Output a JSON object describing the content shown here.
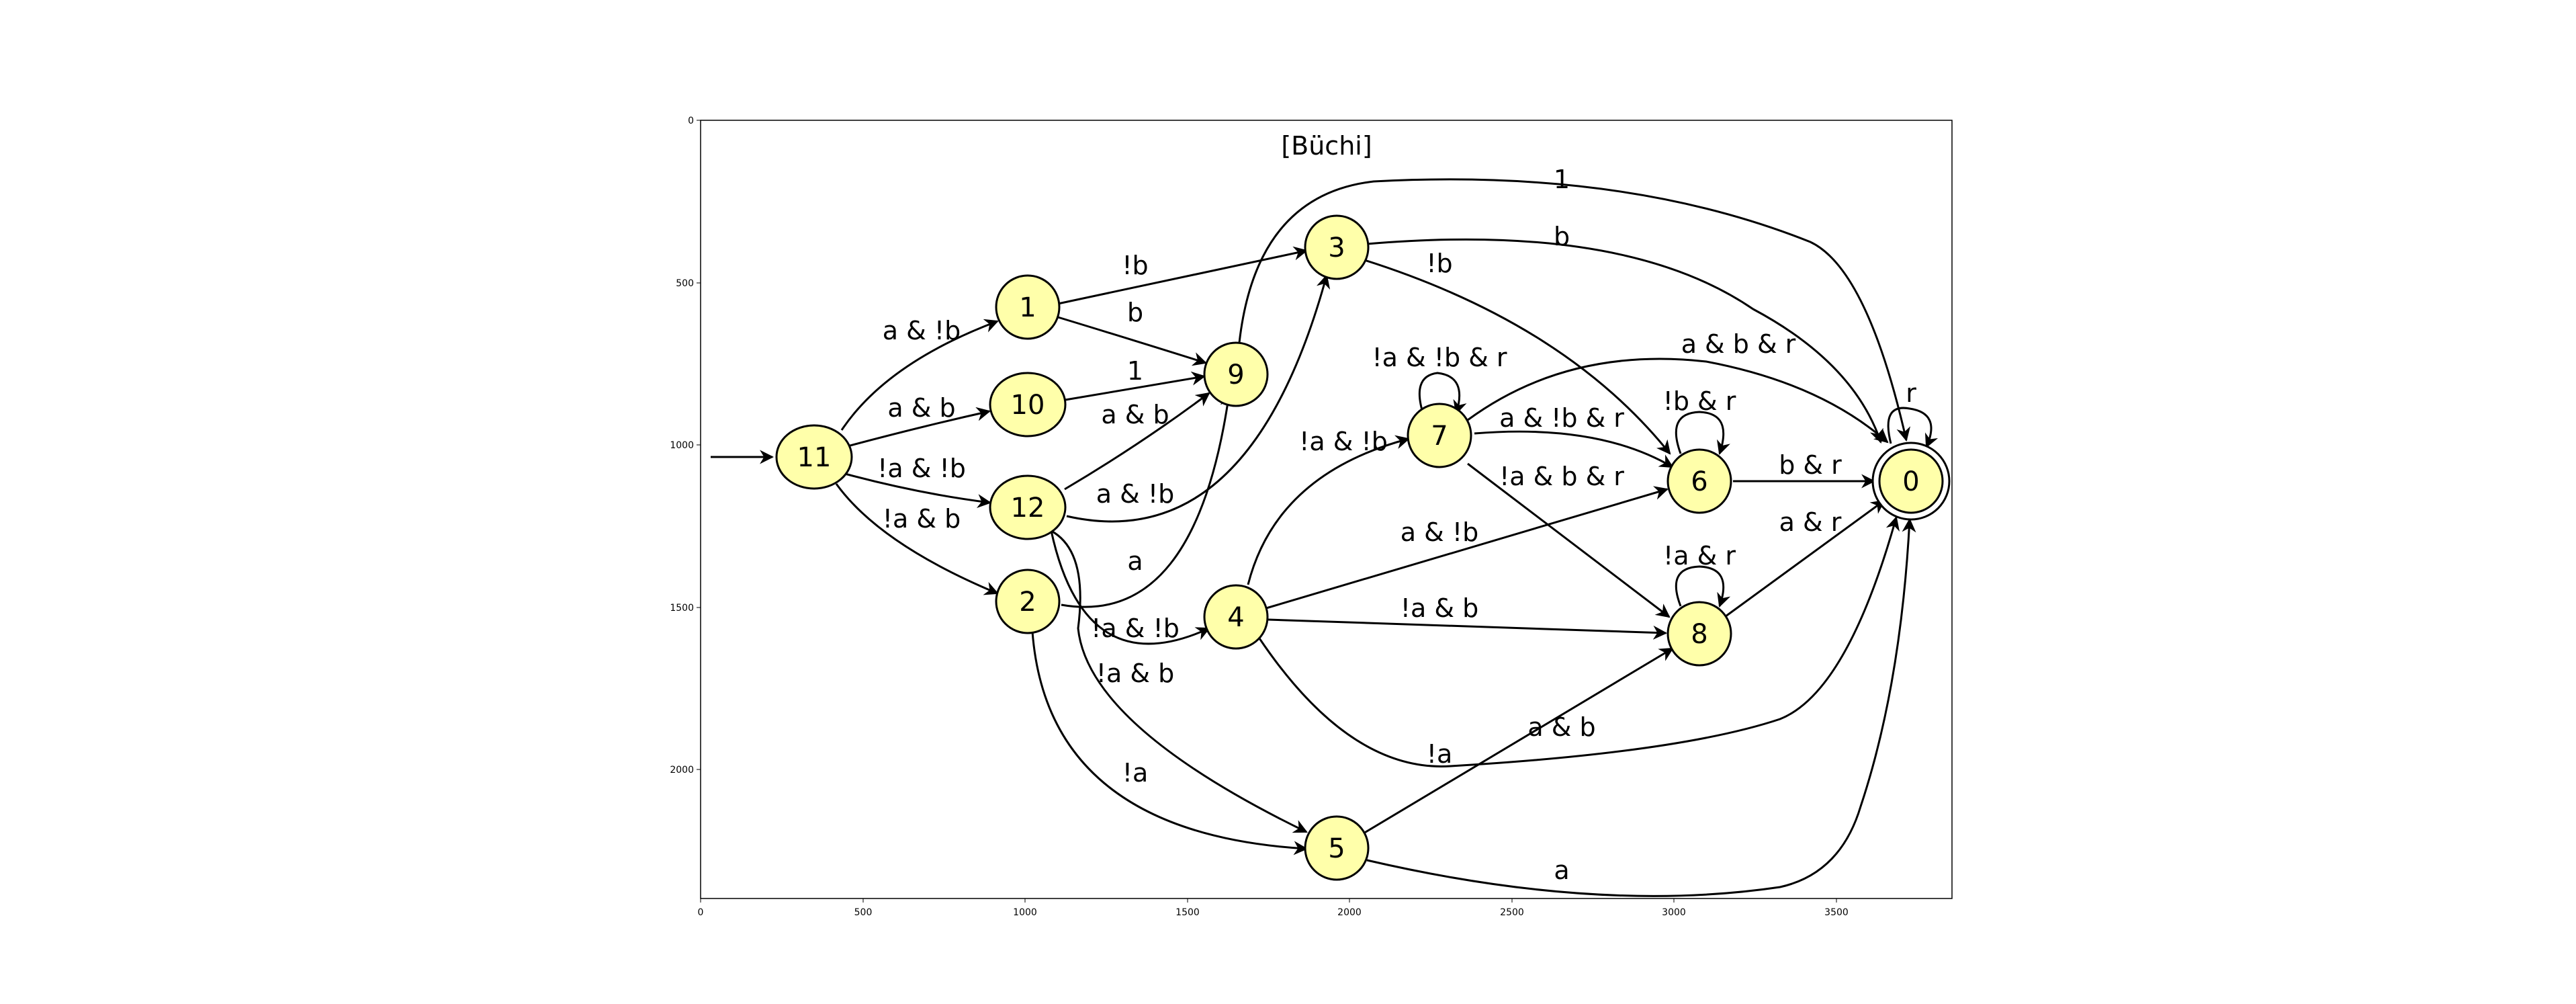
{
  "title": "[Büchi]",
  "colors": {
    "node_fill": "#ffffaa",
    "stroke": "#000000",
    "background": "#ffffff"
  },
  "axes": {
    "x_ticks": [
      "0",
      "500",
      "1000",
      "1500",
      "2000",
      "2500",
      "3000",
      "3500"
    ],
    "y_ticks": [
      "0",
      "500",
      "1000",
      "1500",
      "2000"
    ]
  },
  "nodes": [
    {
      "id": "11",
      "label": "11",
      "accepting": false
    },
    {
      "id": "1",
      "label": "1",
      "accepting": false
    },
    {
      "id": "10",
      "label": "10",
      "accepting": false
    },
    {
      "id": "12",
      "label": "12",
      "accepting": false
    },
    {
      "id": "2",
      "label": "2",
      "accepting": false
    },
    {
      "id": "9",
      "label": "9",
      "accepting": false
    },
    {
      "id": "3",
      "label": "3",
      "accepting": false
    },
    {
      "id": "4",
      "label": "4",
      "accepting": false
    },
    {
      "id": "5",
      "label": "5",
      "accepting": false
    },
    {
      "id": "7",
      "label": "7",
      "accepting": false
    },
    {
      "id": "6",
      "label": "6",
      "accepting": false
    },
    {
      "id": "8",
      "label": "8",
      "accepting": false
    },
    {
      "id": "0",
      "label": "0",
      "accepting": true
    }
  ],
  "edges": [
    {
      "id": "init-11",
      "from": "",
      "to": "11",
      "label": ""
    },
    {
      "id": "11-1",
      "from": "11",
      "to": "1",
      "label": "a & !b"
    },
    {
      "id": "11-10",
      "from": "11",
      "to": "10",
      "label": "a & b"
    },
    {
      "id": "11-12",
      "from": "11",
      "to": "12",
      "label": "!a & !b"
    },
    {
      "id": "11-2",
      "from": "11",
      "to": "2",
      "label": "!a & b"
    },
    {
      "id": "1-3",
      "from": "1",
      "to": "3",
      "label": "!b"
    },
    {
      "id": "1-9",
      "from": "1",
      "to": "9",
      "label": "b"
    },
    {
      "id": "10-9",
      "from": "10",
      "to": "9",
      "label": "1"
    },
    {
      "id": "12-9",
      "from": "12",
      "to": "9",
      "label": "a & b"
    },
    {
      "id": "12-3",
      "from": "12",
      "to": "3",
      "label": "a & !b"
    },
    {
      "id": "12-4",
      "from": "12",
      "to": "4",
      "label": "!a & !b"
    },
    {
      "id": "12-5",
      "from": "12",
      "to": "5",
      "label": "!a & b"
    },
    {
      "id": "2-9",
      "from": "2",
      "to": "9",
      "label": "a"
    },
    {
      "id": "2-5",
      "from": "2",
      "to": "5",
      "label": "!a"
    },
    {
      "id": "9-0",
      "from": "9",
      "to": "0",
      "label": "1"
    },
    {
      "id": "3-0",
      "from": "3",
      "to": "0",
      "label": "b"
    },
    {
      "id": "3-6",
      "from": "3",
      "to": "6",
      "label": "!b"
    },
    {
      "id": "4-7",
      "from": "4",
      "to": "7",
      "label": "!a & !b"
    },
    {
      "id": "4-6",
      "from": "4",
      "to": "6",
      "label": "a & !b"
    },
    {
      "id": "4-8",
      "from": "4",
      "to": "8",
      "label": "!a & b"
    },
    {
      "id": "4-0",
      "from": "4",
      "to": "0",
      "label": "!a"
    },
    {
      "id": "7-7",
      "from": "7",
      "to": "7",
      "label": "!a & !b & r"
    },
    {
      "id": "7-0",
      "from": "7",
      "to": "0",
      "label": "a & b & r"
    },
    {
      "id": "7-6",
      "from": "7",
      "to": "6",
      "label": "a & !b & r"
    },
    {
      "id": "7-8",
      "from": "7",
      "to": "8",
      "label": "!a & b & r"
    },
    {
      "id": "6-6",
      "from": "6",
      "to": "6",
      "label": "!b & r"
    },
    {
      "id": "6-0",
      "from": "6",
      "to": "0",
      "label": "b & r"
    },
    {
      "id": "8-8",
      "from": "8",
      "to": "8",
      "label": "!a & r"
    },
    {
      "id": "8-0",
      "from": "8",
      "to": "0",
      "label": "a & r"
    },
    {
      "id": "5-8",
      "from": "5",
      "to": "8",
      "label": "a & b"
    },
    {
      "id": "5-0",
      "from": "5",
      "to": "0",
      "label": "a"
    },
    {
      "id": "0-0",
      "from": "0",
      "to": "0",
      "label": "r"
    }
  ]
}
